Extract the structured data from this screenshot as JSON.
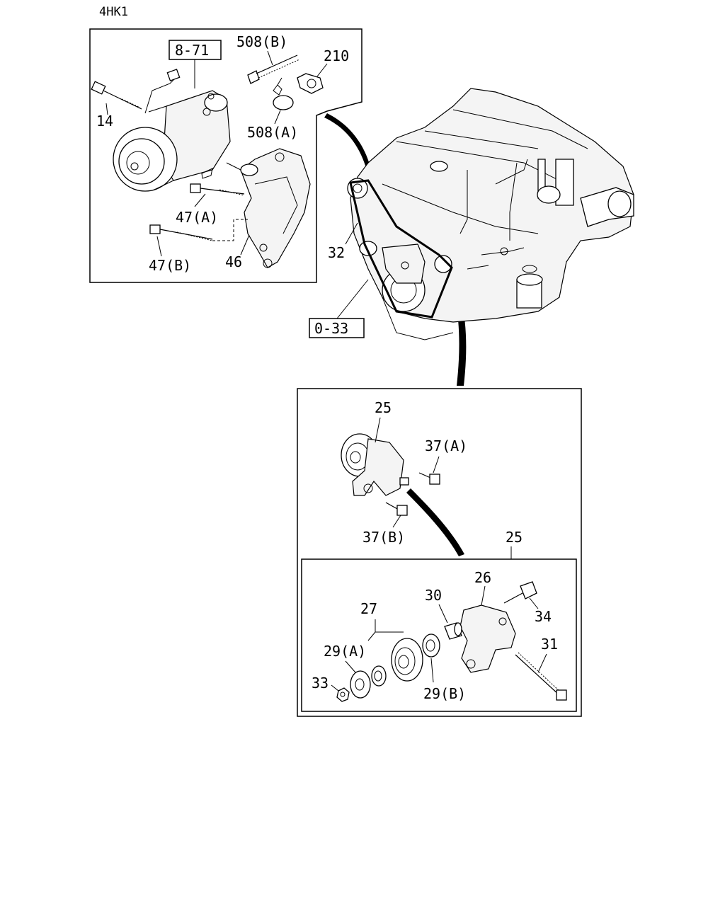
{
  "header": {
    "model": "4HK1"
  },
  "ref_boxes": [
    {
      "id": "ref-8-71",
      "text": "8-71"
    },
    {
      "id": "ref-0-33",
      "text": "0-33"
    }
  ],
  "callouts": {
    "c508b": "508(B)",
    "c210": "210",
    "c14": "14",
    "c508a": "508(A)",
    "c47a": "47(A)",
    "c47b": "47(B)",
    "c46": "46",
    "c32": "32",
    "c25a": "25",
    "c37a": "37(A)",
    "c37b": "37(B)",
    "c25b": "25",
    "c26": "26",
    "c30": "30",
    "c27": "27",
    "c34": "34",
    "c31": "31",
    "c29a": "29(A)",
    "c33": "33",
    "c29b": "29(B)"
  },
  "colors": {
    "line": "#000000",
    "background": "#ffffff"
  }
}
